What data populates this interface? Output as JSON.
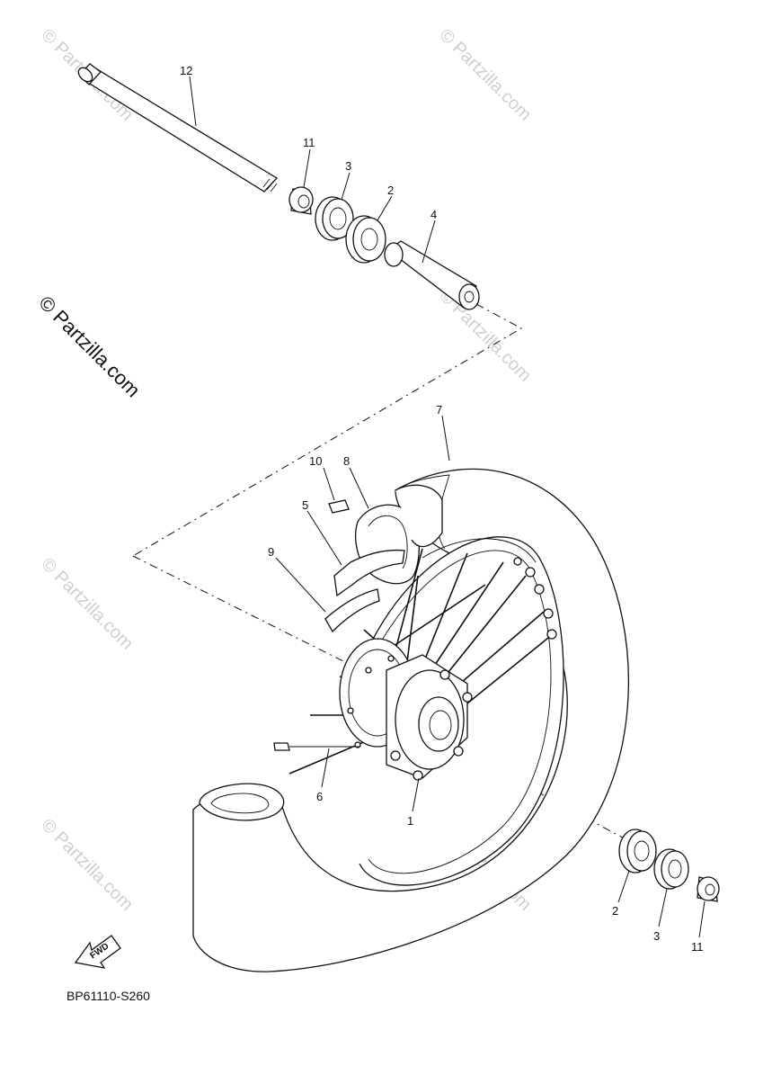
{
  "diagram": {
    "code": "BP61110-S260",
    "fwd_label": "FWD",
    "watermark_main": "© Partzilla.com",
    "watermark_small": "© Partzilla.com",
    "callouts": [
      {
        "id": "12",
        "text": "12"
      },
      {
        "id": "11a",
        "text": "11"
      },
      {
        "id": "3a",
        "text": "3"
      },
      {
        "id": "2a",
        "text": "2"
      },
      {
        "id": "4",
        "text": "4"
      },
      {
        "id": "7",
        "text": "7"
      },
      {
        "id": "10",
        "text": "10"
      },
      {
        "id": "8",
        "text": "8"
      },
      {
        "id": "5",
        "text": "5"
      },
      {
        "id": "9",
        "text": "9"
      },
      {
        "id": "6",
        "text": "6"
      },
      {
        "id": "1",
        "text": "1"
      },
      {
        "id": "2b",
        "text": "2"
      },
      {
        "id": "3b",
        "text": "3"
      },
      {
        "id": "11b",
        "text": "11"
      }
    ]
  }
}
